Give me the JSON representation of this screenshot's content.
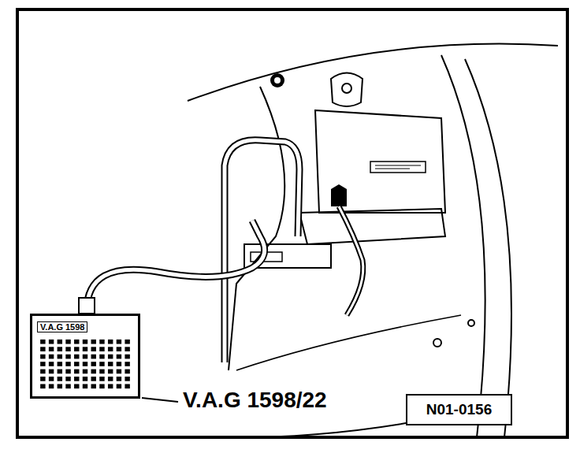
{
  "diagram": {
    "nodes": [
      {
        "text": [
          "V.A.G 1598"
        ]
      },
      {
        "text": [
          "N01-0156"
        ]
      }
    ],
    "labels": [
      "V.A.G 1598/22"
    ]
  }
}
